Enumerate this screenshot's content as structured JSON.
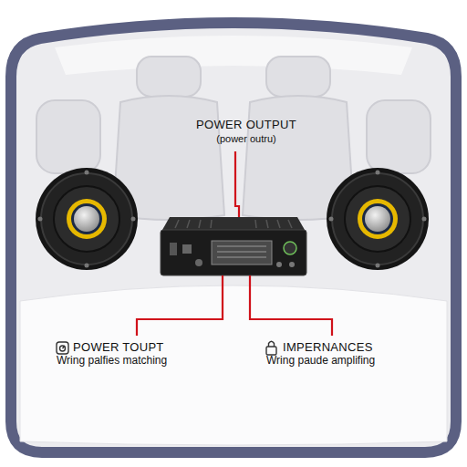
{
  "diagram": {
    "labels": [
      "POWER OUTPUT",
      "(power outru)",
      "POWER TOUPT",
      "Wring palfies matching",
      "IMPERNANCES",
      "Wring paude amplifing"
    ]
  }
}
